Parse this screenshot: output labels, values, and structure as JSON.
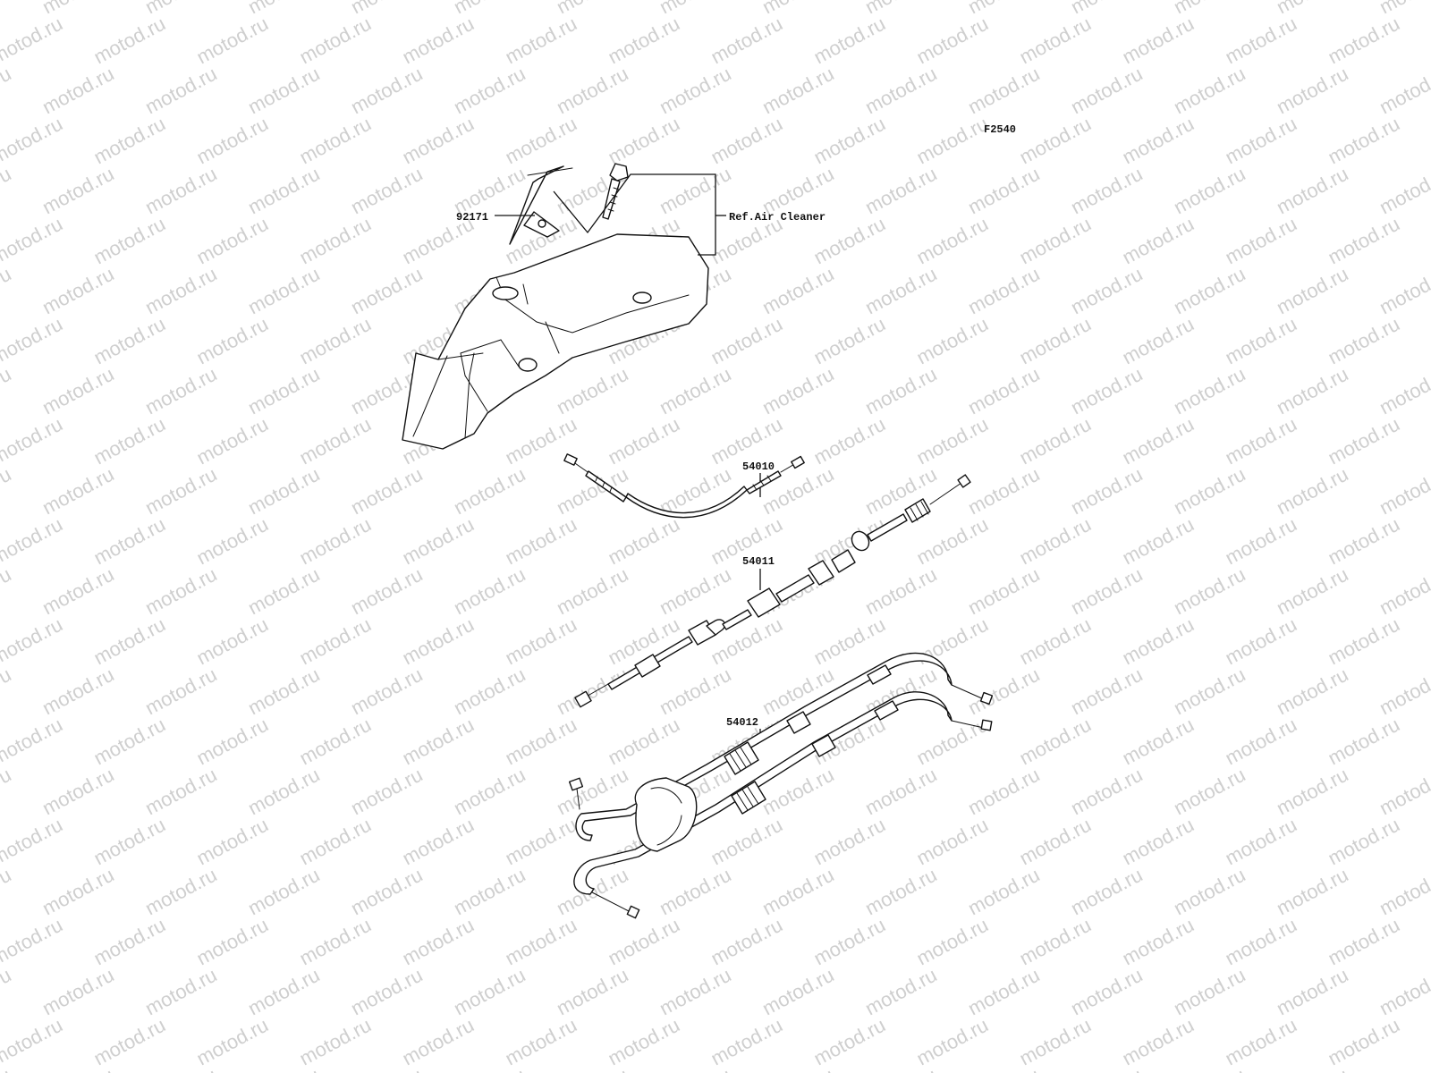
{
  "watermark": "motod.ru",
  "figure_code": "F2540",
  "labels": {
    "p92171": "92171",
    "ref": "Ref.Air Cleaner",
    "p54010": "54010",
    "p54011": "54011",
    "p54012": "54012"
  }
}
